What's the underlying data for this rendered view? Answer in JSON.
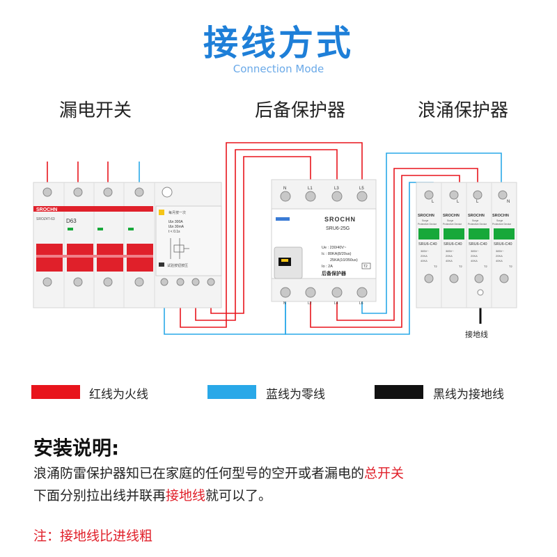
{
  "header": {
    "title": "接线方式",
    "subtitle": "Connection Mode"
  },
  "devices": {
    "rcbo": {
      "label": "漏电开关",
      "brand": "SROCHN",
      "model_small": "SROZ4T-63",
      "rating": "D63",
      "lu_text": "IΔn 300A",
      "tl_text": "IΔn 30mA",
      "t_text": "t < 0.1s",
      "top_note": "每月按一次",
      "bottom_note": "试验按钮按压"
    },
    "backup": {
      "label": "后备保护器",
      "brand": "SROCHN",
      "model": "SRU6-25G",
      "spec_ue": "Ue : 230/40V~",
      "spec_ic": "Ic : 80KA(8/20us)",
      "spec_ic2": "25KA(10/350us)",
      "spec_io": "Io : 2A",
      "type_badge": "T2",
      "chinese_name": "后备保护器",
      "top_terminals": [
        "N",
        "L1",
        "L3",
        "L5"
      ],
      "bottom_terminals": [
        "N",
        "L2",
        "L4",
        "L6"
      ]
    },
    "spd": {
      "label": "浪涌保护器",
      "brand": "SROCHN",
      "line1": "Surge",
      "line2": "Protective Device",
      "model": "SRU6-C40",
      "spec_uc": "385V~",
      "spec_in": "20KA",
      "spec_imax": "40KA",
      "type_badge": "T2",
      "terminals": [
        "L",
        "L",
        "L",
        "N"
      ]
    },
    "ground_label": "接地线"
  },
  "legend": [
    {
      "color": "#e8141c",
      "text": "红线为火线"
    },
    {
      "color": "#29a8e8",
      "text": "蓝线为零线"
    },
    {
      "color": "#111111",
      "text": "黑线为接地线"
    }
  ],
  "install": {
    "heading": "安装说明:",
    "line1_a": "浪涌防雷保护器知已在家庭的任何型号的空开或者漏电的",
    "line1_b": "总开关",
    "line2_a": "下面分别拉出线并联再",
    "line2_b": "接地线",
    "line2_c": "就可以了。"
  },
  "note": "注：接地线比进线粗",
  "colors": {
    "title_blue": "#1e7fd8",
    "live_red": "#e8141c",
    "neutral_blue": "#29a8e8",
    "ground_black": "#111111",
    "breaker_red": "#e0202a",
    "spd_green": "#17a83a"
  }
}
